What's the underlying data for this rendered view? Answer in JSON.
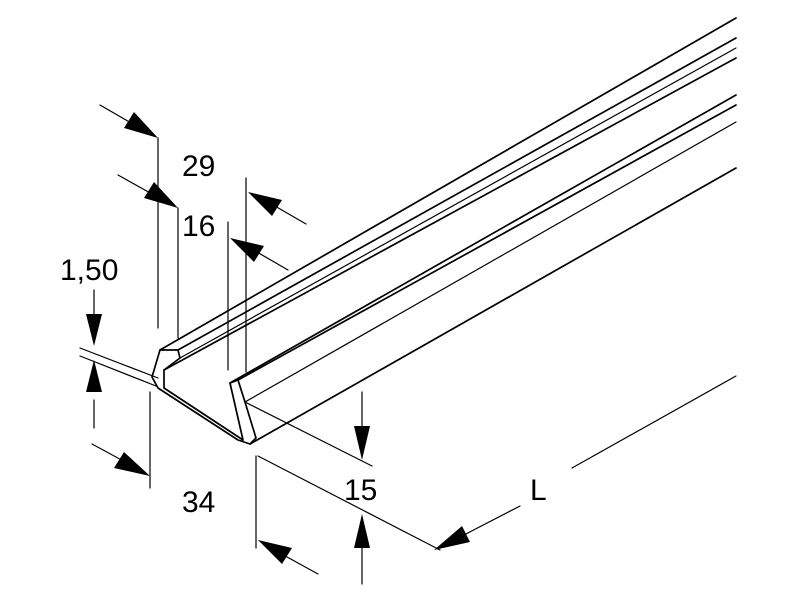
{
  "drawing": {
    "dimensions": {
      "outer_width": "29",
      "slot_width": "16",
      "thickness": "1,50",
      "height": "15",
      "base_width": "34",
      "length": "L"
    },
    "colors": {
      "line": "#000000",
      "background": "#ffffff"
    }
  }
}
